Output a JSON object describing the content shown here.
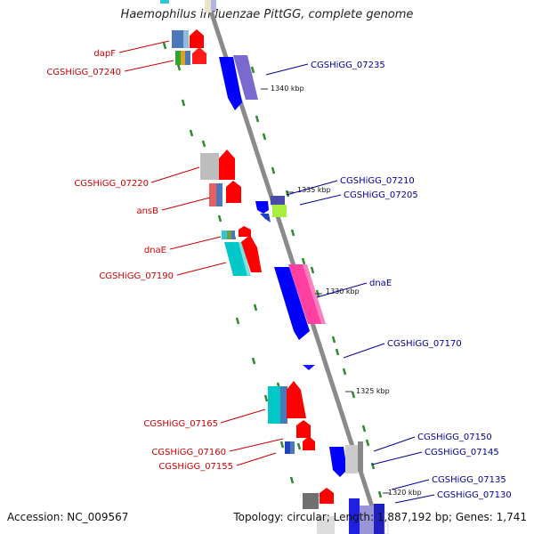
{
  "title": "Haemophilus influenzae PittGG, complete genome",
  "footer": {
    "accession": "Accession: NC_009567",
    "topology": "Topology: circular; Length: 1,887,192 bp; Genes: 1,741"
  },
  "colors": {
    "left_label": "#cc0000",
    "right_label": "#000099",
    "backbone": "#8a8a8a",
    "tick": "#2e8b2e"
  },
  "kbp_markers": [
    "1340 kbp",
    "1335 kbp",
    "1330 kbp",
    "1325 kbp",
    "1320 kbp"
  ],
  "left_labels": [
    "dapF",
    "CGSHiGG_07240",
    "CGSHiGG_07220",
    "ansB",
    "dnaE",
    "CGSHiGG_07190",
    "CGSHiGG_07165",
    "CGSHiGG_07160",
    "CGSHiGG_07155"
  ],
  "right_labels": [
    "CGSHiGG_07235",
    "CGSHiGG_07210",
    "CGSHiGG_07205",
    "dnaE",
    "CGSHiGG_07170",
    "CGSHiGG_07150",
    "CGSHiGG_07145",
    "CGSHiGG_07135",
    "CGSHiGG_07130"
  ]
}
